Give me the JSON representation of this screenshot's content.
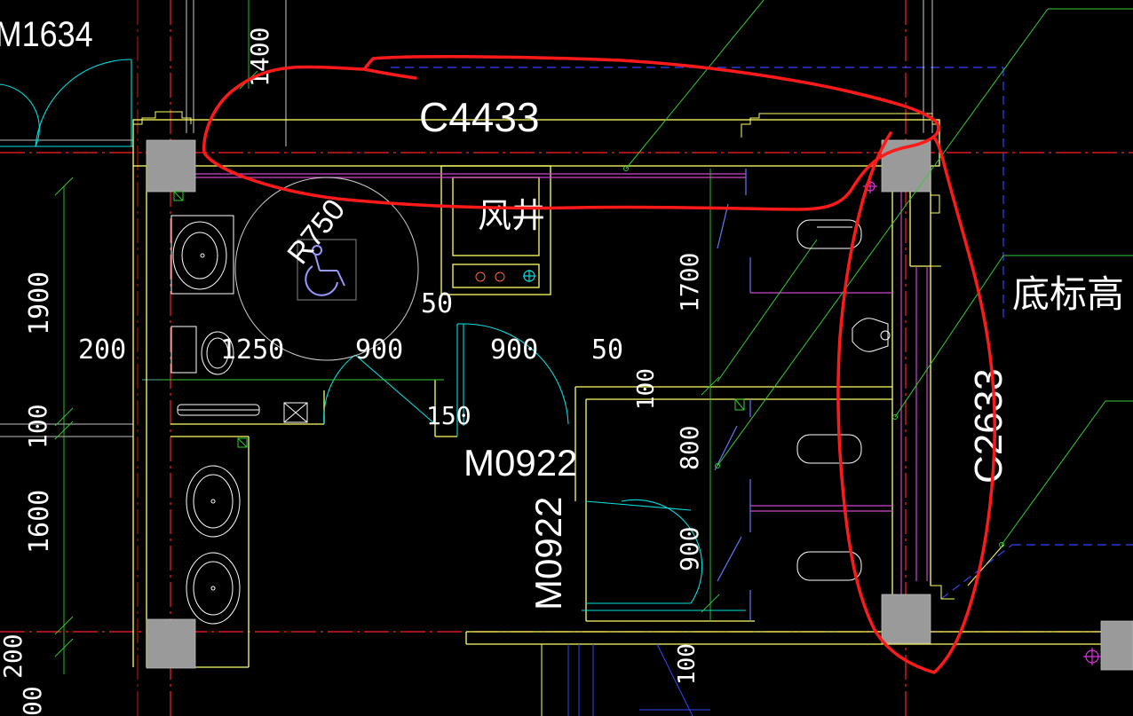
{
  "drawing": {
    "background": "#000000",
    "colors": {
      "wall": "#ffff66",
      "axis": "#ff2020",
      "door": "#00e0e0",
      "partition": "#cc44cc",
      "leader": "#33cc33",
      "blue": "#3344ff",
      "column": "#9a9a9a",
      "markup": "#ff1a1a",
      "text": "#ffffff",
      "fixture": "#ffffff"
    },
    "labels": {
      "door_m1634": "M1634",
      "window_c4433": "C4433",
      "window_c2633": "C2633",
      "door_m0922_a": "M0922",
      "door_m0922_b": "M0922",
      "room_fengjing": "风井",
      "radius": "R750",
      "note_partial": "底标高 .",
      "dims": {
        "d1400": "1400",
        "d1900": "1900",
        "d200": "200",
        "d100_left": "100",
        "d1600": "1600",
        "d200_bottom": "200",
        "d00_bottom": "00",
        "d1250": "1250",
        "d900_a": "900",
        "d900_b": "900",
        "d50_a": "50",
        "d50_b": "50",
        "d150": "150",
        "d1700": "1700",
        "d100_mid": "100",
        "d800": "800",
        "d900_c": "900",
        "d100_bottom": "100"
      }
    },
    "icons": {
      "wheelchair": "wheelchair-icon",
      "target": "crosshair-target-icon"
    }
  }
}
